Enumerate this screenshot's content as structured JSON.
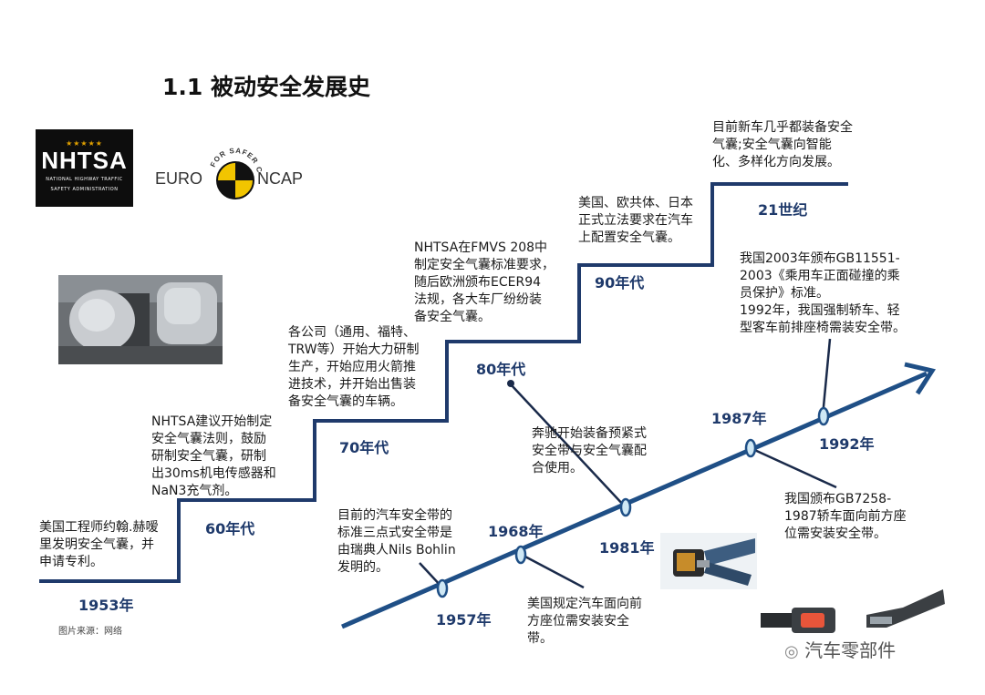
{
  "title": "1.1 被动安全发展史",
  "logos": {
    "nhtsa_stars": "★★★★★",
    "nhtsa_name": "NHTSA",
    "nhtsa_line1": "NATIONAL HIGHWAY TRAFFIC",
    "nhtsa_line2": "SAFETY ADMINISTRATION",
    "euro_left": "EURO",
    "euro_right": "NCAP",
    "euro_arc": "FOR SAFER CARS"
  },
  "airbag_stairs": {
    "steps": [
      {
        "label": "1953年",
        "desc": [
          "美国工程师约翰.赫嗳",
          "里发明安全气囊，并",
          "申请专利。"
        ]
      },
      {
        "label": "60年代",
        "desc": [
          "NHTSA建议开始制定",
          "安全气囊法则，鼓励",
          "研制安全气囊，研制",
          "出30ms机电传感器和",
          "NaN3充气剂。"
        ]
      },
      {
        "label": "70年代",
        "desc": [
          "各公司（通用、福特、",
          "TRW等）开始大力研制",
          "生产，开始应用火箭推",
          "进技术，并开始出售装",
          "备安全气囊的车辆。"
        ]
      },
      {
        "label": "80年代",
        "desc": [
          "NHTSA在FMVS 208中",
          "制定安全气囊标准要求，",
          "随后欧洲颁布ECER94",
          "法规，各大车厂纷纷装",
          "备安全气囊。"
        ]
      },
      {
        "label": "90年代",
        "desc": [
          "美国、欧共体、日本",
          "正式立法要求在汽车",
          "上配置安全气囊。"
        ]
      },
      {
        "label": "21世纪",
        "desc": [
          "目前新车几乎都装备安全",
          "气囊;安全气囊向智能",
          "化、多样化方向发展。"
        ]
      }
    ]
  },
  "seatbelt_timeline": {
    "milestones": [
      {
        "label": "1957年",
        "desc": [
          "目前的汽车安全带的",
          "标准三点式安全带是",
          "由瑞典人Nils Bohlin",
          "发明的。"
        ]
      },
      {
        "label": "1968年",
        "desc": [
          "美国规定汽车面向前",
          "方座位需安装安全",
          "带。"
        ]
      },
      {
        "label": "1981年",
        "desc": [
          "奔驰开始装备预紧式",
          "安全带与安全气囊配",
          "合使用。"
        ]
      },
      {
        "label": "1987年",
        "desc": [
          "我国颁布GB7258-",
          "1987轿车面向前方座",
          "位需安装安全带。"
        ]
      },
      {
        "label": "1992年",
        "desc": [
          "我国2003年颁布GB11551-",
          "2003《乘用车正面碰撞的乘",
          "员保护》标准。",
          "1992年，我国强制轿车、轻",
          "型客车前排座椅需装安全带。"
        ]
      }
    ]
  },
  "colors": {
    "line": "#1f3a6b",
    "accent_arrow": "#1f4f86",
    "node_fill": "#cfe8f5"
  },
  "source_note": "图片来源：网络",
  "watermark": "汽车零部件"
}
